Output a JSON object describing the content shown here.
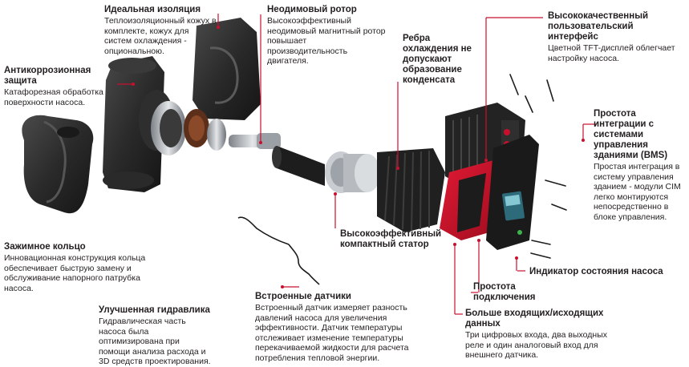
{
  "colors": {
    "accent": "#c8102e",
    "leader": "#c8102e",
    "text": "#231f20",
    "body_dark": "#2b2b2b",
    "body_mid": "#3d3d3d",
    "metal": "#b8bcc2",
    "copper": "#8a4a2a",
    "red_frame": "#d0112b"
  },
  "callouts": {
    "insulation": {
      "title": "Идеальная изоляция",
      "desc": "Теплоизоляционный кожух в комплекте, кожух для систем охлаждения - опциональною."
    },
    "anticorrosion": {
      "title": "Антикоррозионная защита",
      "desc": "Катафорезная обработка поверхности насоса."
    },
    "clamp_ring": {
      "title": "Зажимное кольцо",
      "desc": "Инновационная конструкция кольца обеспечивает быструю замену и обслуживание напорного патрубка насоса."
    },
    "hydraulics": {
      "title": "Улучшенная гидравлика",
      "desc": "Гидравлическая часть насоса была оптимизирована при помощи анализа расхода и 3D средств проектирования."
    },
    "rotor": {
      "title": "Неодимовый ротор",
      "desc": "Высокоэффективный неодимовый магнитный ротор повышает производительность двигателя."
    },
    "cooling_ribs": {
      "title": "Ребра охлаждения не допускают образование конденсата"
    },
    "stator": {
      "title": "Высокоэффективный компактный статор"
    },
    "sensors": {
      "title": "Встроенные датчики",
      "desc": "Встроенный датчик измеряет разность давлений насоса для увеличения эффективности. Датчик температуры отслеживает изменение температуры перекачиваемой жидкости для расчета потребления тепловой энергии."
    },
    "ui": {
      "title": "Высококачественный пользовательский интерфейс",
      "desc": "Цветной TFT-дисплей облегчает настройку насоса."
    },
    "bms": {
      "title": "Простота интеграции с системами управления зданиями (BMS)",
      "desc": "Простая интеграция в систему управления зданием - модули CIM легко монтируются непосредственно в блоке управления."
    },
    "status": {
      "title": "Индикатор состояния насоса"
    },
    "connection": {
      "title": "Простота подключения"
    },
    "io": {
      "title": "Больше входящих/исходящих данных",
      "desc": "Три цифровых входа, два выходных реле и один аналоговый вход для внешнего датчика."
    }
  }
}
